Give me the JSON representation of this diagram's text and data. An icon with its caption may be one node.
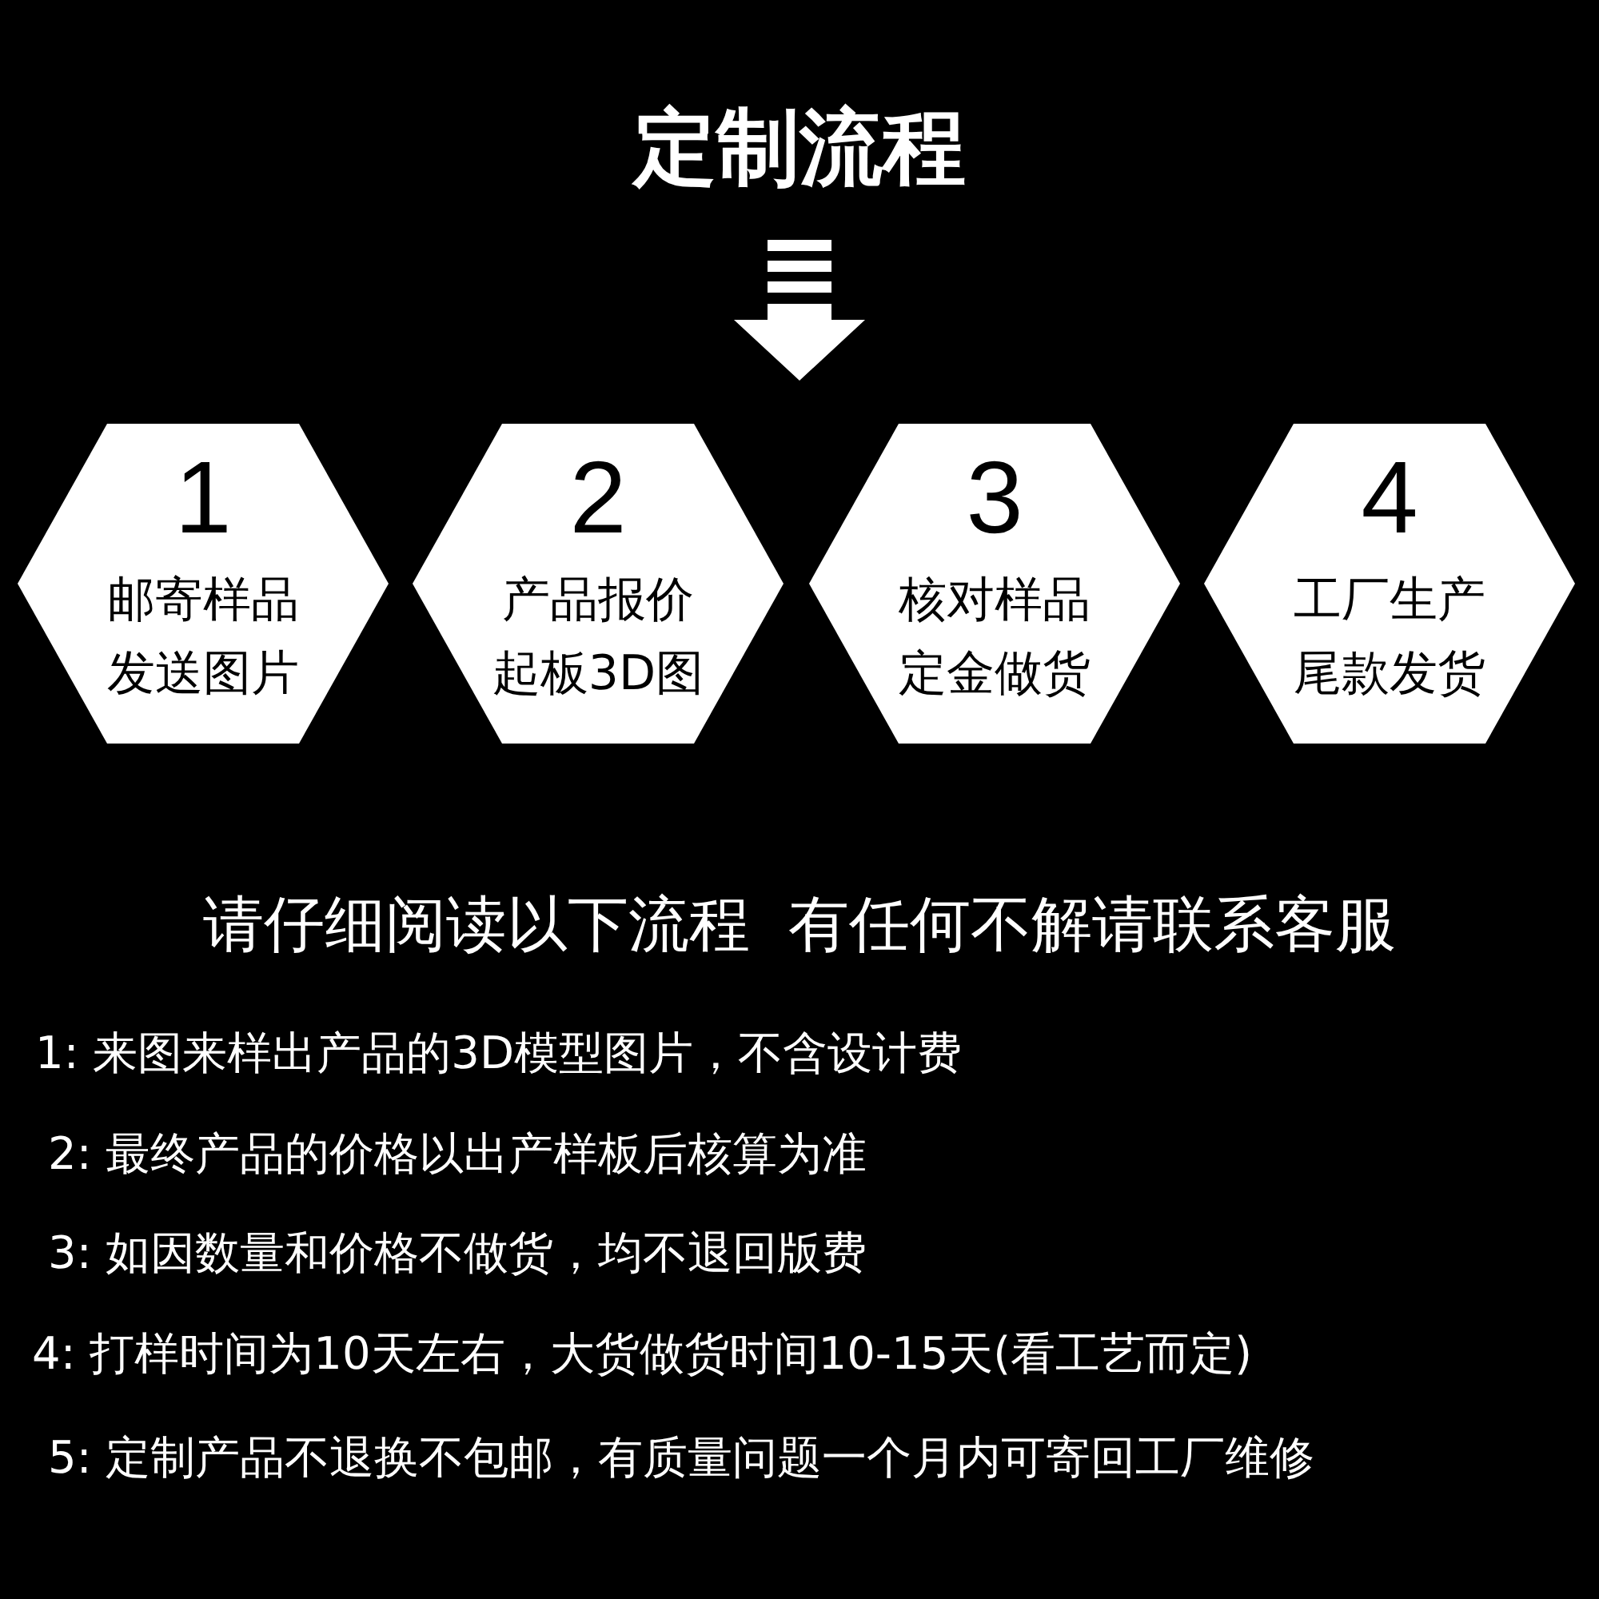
{
  "diagram": {
    "title": "定制流程",
    "nodes": [
      {
        "text": [
          "1",
          "邮寄样品发送图片"
        ]
      },
      {
        "text": [
          "2",
          "产品报价起板3D图"
        ]
      },
      {
        "text": [
          "3",
          "核对样品定金做货"
        ]
      },
      {
        "text": [
          "4",
          "工厂生产尾款发货"
        ]
      }
    ],
    "labels": [
      "请仔细阅读以下流程  有任何不解请联系客服",
      "1: 来图来样出产品的3D模型图片，不含设计费",
      "2: 最终产品的价格以出产样板后核算为准",
      "3: 如因数量和价格不做货，均不退回版费",
      "4: 打样时间为10天左右，大货做货时间10-15天(看工艺而定)",
      "5: 定制产品不退换不包邮，有质量问题一个月内可寄回工厂维修"
    ]
  }
}
